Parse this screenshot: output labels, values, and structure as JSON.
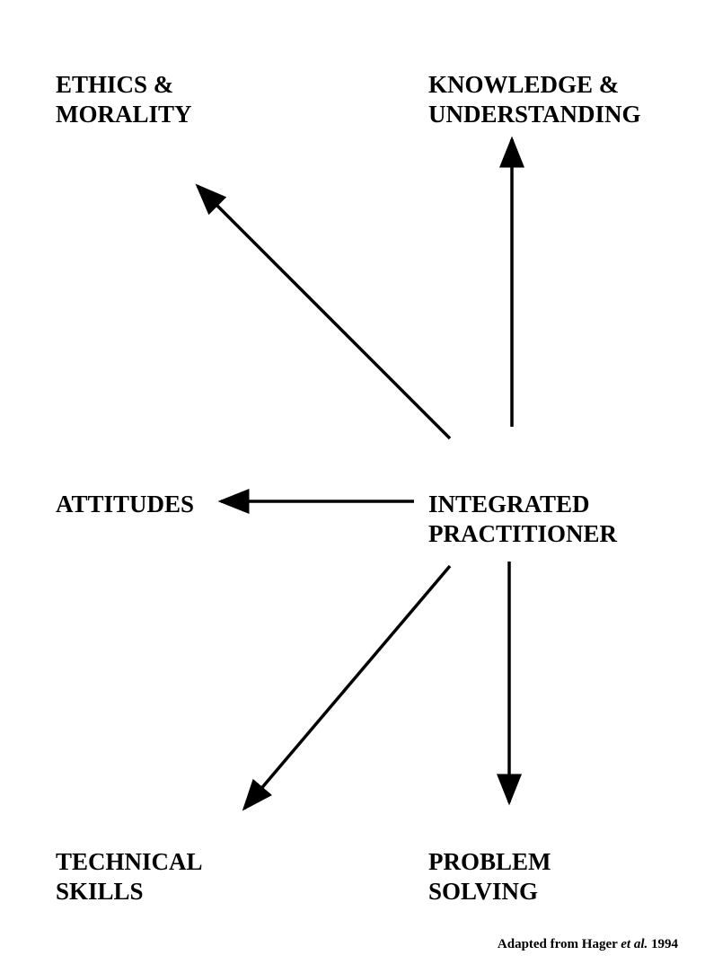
{
  "diagram": {
    "center": {
      "line1": "INTEGRATED",
      "line2": "PRACTITIONER"
    },
    "nodes": {
      "ethics": {
        "line1": "ETHICS &",
        "line2": "MORALITY"
      },
      "knowledge": {
        "line1": "KNOWLEDGE &",
        "line2": "UNDERSTANDING"
      },
      "attitudes": {
        "line1": "ATTITUDES"
      },
      "technical": {
        "line1": "TECHNICAL",
        "line2": "SKILLS"
      },
      "problem": {
        "line1": "PROBLEM",
        "line2": "SOLVING"
      }
    },
    "edges": [
      {
        "from": "center",
        "to": "ethics"
      },
      {
        "from": "center",
        "to": "knowledge"
      },
      {
        "from": "center",
        "to": "attitudes"
      },
      {
        "from": "center",
        "to": "technical"
      },
      {
        "from": "center",
        "to": "problem"
      }
    ]
  },
  "caption": {
    "prefix": "Adapted from Hager ",
    "italic": "et al.",
    "suffix": " 1994"
  },
  "colors": {
    "ink": "#000000",
    "background": "#ffffff"
  }
}
